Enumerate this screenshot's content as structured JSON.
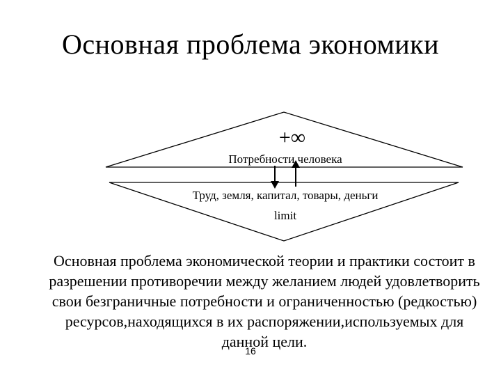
{
  "slide": {
    "title": "Основная проблема экономики",
    "page_number": "16",
    "body_text": "Основная проблема экономической теории и практики состоит в разрешении противоречии между желанием людей удовлетворить свои безграничные потребности и ограниченностью (редкостью) ресурсов,находящихся в их распоряжении,используемых для данной цели."
  },
  "diagram": {
    "top_symbol": "+∞",
    "needs_label": "Потребности человека",
    "resources_label": "Труд, земля, капитал, товары, деньги",
    "limit_label": "limit",
    "line_color": "#000000"
  }
}
